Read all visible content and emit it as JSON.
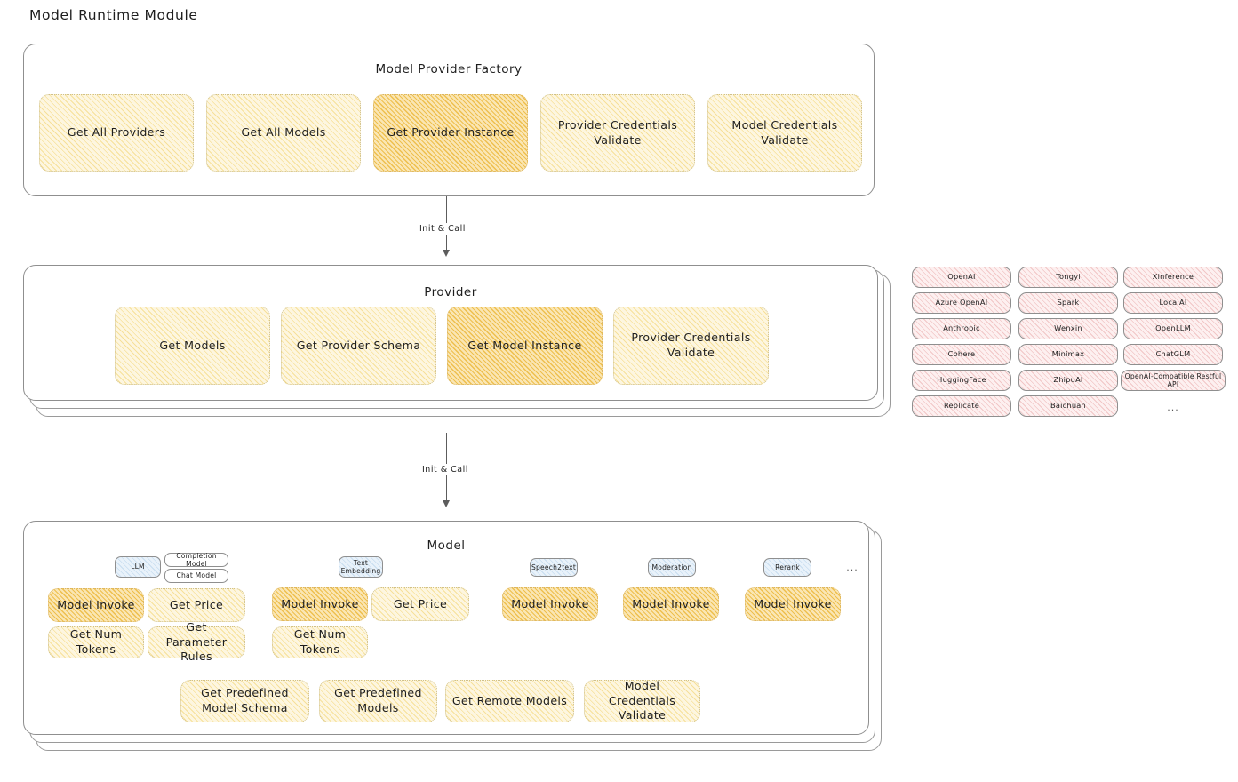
{
  "page": {
    "title": "Model Runtime Module"
  },
  "colors": {
    "accent_light": "#fdf6e0",
    "accent_dark": "#fae6b4",
    "provider_pill": "#fdf0f0",
    "model_tag": "#e9f2fa",
    "stroke": "#8f8f8f",
    "text": "#1e1e1e"
  },
  "factory": {
    "title": "Model Provider Factory",
    "boxes": [
      {
        "label": "Get All Providers",
        "highlighted": false
      },
      {
        "label": "Get All Models",
        "highlighted": false
      },
      {
        "label": "Get Provider Instance",
        "highlighted": true
      },
      {
        "label": "Provider Credentials Validate",
        "highlighted": false
      },
      {
        "label": "Model Credentials Validate",
        "highlighted": false
      }
    ]
  },
  "arrows": [
    {
      "label": "Init & Call",
      "from": "Model Provider Factory",
      "to": "Provider"
    },
    {
      "label": "Init & Call",
      "from": "Provider",
      "to": "Model"
    }
  ],
  "provider": {
    "title": "Provider",
    "boxes": [
      {
        "label": "Get Models",
        "highlighted": false
      },
      {
        "label": "Get Provider Schema",
        "highlighted": false
      },
      {
        "label": "Get Model Instance",
        "highlighted": true
      },
      {
        "label": "Provider Credentials Validate",
        "highlighted": false
      }
    ]
  },
  "provider_list": {
    "columns": [
      [
        "OpenAI",
        "Azure OpenAI",
        "Anthropic",
        "Cohere",
        "HuggingFace",
        "Replicate"
      ],
      [
        "Tongyi",
        "Spark",
        "Wenxin",
        "Minimax",
        "ZhipuAI",
        "Baichuan"
      ],
      [
        "Xinference",
        "LocalAI",
        "OpenLLM",
        "ChatGLM",
        "OpenAI-Compatible Restful API"
      ]
    ],
    "more_marker": "..."
  },
  "model": {
    "title": "Model",
    "more_marker": "...",
    "types": [
      {
        "name": "LLM",
        "subtypes": [
          "Completion Model",
          "Chat Model"
        ],
        "methods": [
          {
            "label": "Model Invoke",
            "highlighted": true
          },
          {
            "label": "Get Price",
            "highlighted": false
          },
          {
            "label": "Get Num Tokens",
            "highlighted": false
          },
          {
            "label": "Get Parameter Rules",
            "highlighted": false
          }
        ]
      },
      {
        "name": "Text Embedding",
        "subtypes": [],
        "methods": [
          {
            "label": "Model Invoke",
            "highlighted": true
          },
          {
            "label": "Get Price",
            "highlighted": false
          },
          {
            "label": "Get Num Tokens",
            "highlighted": false
          }
        ]
      },
      {
        "name": "Speech2text",
        "subtypes": [],
        "methods": [
          {
            "label": "Model Invoke",
            "highlighted": true
          }
        ]
      },
      {
        "name": "Moderation",
        "subtypes": [],
        "methods": [
          {
            "label": "Model Invoke",
            "highlighted": true
          }
        ]
      },
      {
        "name": "Rerank",
        "subtypes": [],
        "methods": [
          {
            "label": "Model Invoke",
            "highlighted": true
          }
        ]
      }
    ],
    "common_methods": [
      "Get Predefined Model Schema",
      "Get Predefined Models",
      "Get Remote Models",
      "Model Credentials Validate"
    ]
  }
}
